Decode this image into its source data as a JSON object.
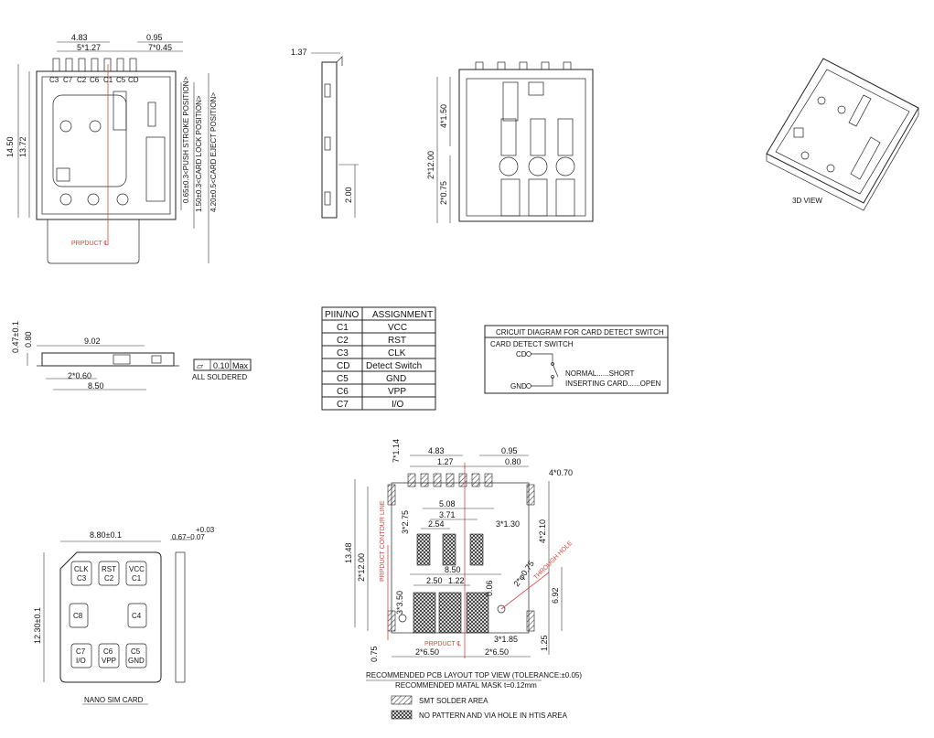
{
  "top_left": {
    "pitch_top": "4.83",
    "pitch_5": "5*1.27",
    "dim_095": "0.95",
    "dim_7045": "7*0.45",
    "pins": [
      "C3",
      "C7",
      "C2",
      "C6",
      "C1",
      "C5",
      "CD"
    ],
    "height_outer": "14.50",
    "height_inner": "13.72",
    "push_stroke": "0.65±0.3<PUSH STROKE POSITION>",
    "card_lock": "1.50±0.3<CARD LOCK POSITION>",
    "card_eject": "4.20±0.5<CARD EJECT POSITION>",
    "product_label": "PRPDUCT ℄"
  },
  "side_view": {
    "dim": "1.37",
    "dim_height": "2.00"
  },
  "top_right": {
    "dim_a": "4*1.50",
    "dim_b": "2*12.00",
    "dim_c": "2*0.75"
  },
  "three_d": {
    "label": "3D VIEW"
  },
  "front_view": {
    "dim_047": "0.47±0.1",
    "dim_080": "0.80",
    "dim_902": "9.02",
    "dim_2060": "2*0.60",
    "dim_850": "8.50",
    "flatness": "0.10",
    "flatness_unit": "Max",
    "flatness_symbol": "⏥",
    "soldered": "ALL SOLDERED"
  },
  "pin_table": {
    "headers": [
      "PIIN/NO",
      "ASSIGNMENT"
    ],
    "rows": [
      [
        "C1",
        "VCC"
      ],
      [
        "C2",
        "RST"
      ],
      [
        "C3",
        "CLK"
      ],
      [
        "CD",
        "Detect Switch"
      ],
      [
        "C5",
        "GND"
      ],
      [
        "C6",
        "VPP"
      ],
      [
        "C7",
        "I/O"
      ]
    ]
  },
  "circuit": {
    "title": "CRICUIT DIAGRAM FOR CARD DETECT SWITCH",
    "subtitle": "CARD DETECT SWITCH",
    "cd": "CD",
    "gnd": "GND",
    "normal": "NORMAL......SHORT",
    "inserting": "INSERTING CARD......OPEN"
  },
  "sim_card": {
    "width": "8.80±0.1",
    "height": "12.30±0.1",
    "thick_plus": "+0.03",
    "thick_minus": "0.67−0.07",
    "pads": [
      {
        "a": "CLK",
        "b": "C3"
      },
      {
        "a": "RST",
        "b": "C2"
      },
      {
        "a": "VCC",
        "b": "C1"
      },
      {
        "a": "C8",
        "b": ""
      },
      {
        "a": "C4",
        "b": ""
      },
      {
        "a": "C7",
        "b": "I/O"
      },
      {
        "a": "C6",
        "b": "VPP"
      },
      {
        "a": "C5",
        "b": "GND"
      }
    ],
    "label": "NANO SIM CARD"
  },
  "pcb_layout": {
    "d_7114": "7*1.14",
    "d_483": "4.83",
    "d_127": "1.27",
    "d_095": "0.95",
    "d_080": "0.80",
    "d_4070": "4*0.70",
    "d_508": "5.08",
    "d_371": "3.71",
    "d_254": "2.54",
    "d_3275": "3*2.75",
    "d_3130": "3*1.30",
    "d_4210": "4*2.10",
    "d_1348": "13.48",
    "d_21200": "2*12.00",
    "d_850": "8.50",
    "d_250": "2.50",
    "d_122": "1.22",
    "d_006": "0.06",
    "d_2075": "2*φ0.75",
    "d_692": "6.92",
    "d_3350": "3*3.50",
    "d_3185": "3*1.85",
    "d_125": "1.25",
    "d_075": "0.75",
    "d_2650a": "2*6.50",
    "d_2650b": "2*6.50",
    "contour": "PRPDUCT CONTOUR LINE",
    "through_hole": "THROUGH HOLE",
    "product_label": "PRPDUCT ℄",
    "caption1": "RECOMMENDED PCB LAYOUT TOP VIEW (TOLERANCE:±0.05)",
    "caption2": "RECOMMENDED MATAL MASK t=0.12mm",
    "legend1": "SMT SOLDER AREA",
    "legend2": "NO PATTERN AND VIA HOLE IN HTIS AREA"
  },
  "colors": {
    "line": "#222222",
    "red": "#e0443a"
  }
}
